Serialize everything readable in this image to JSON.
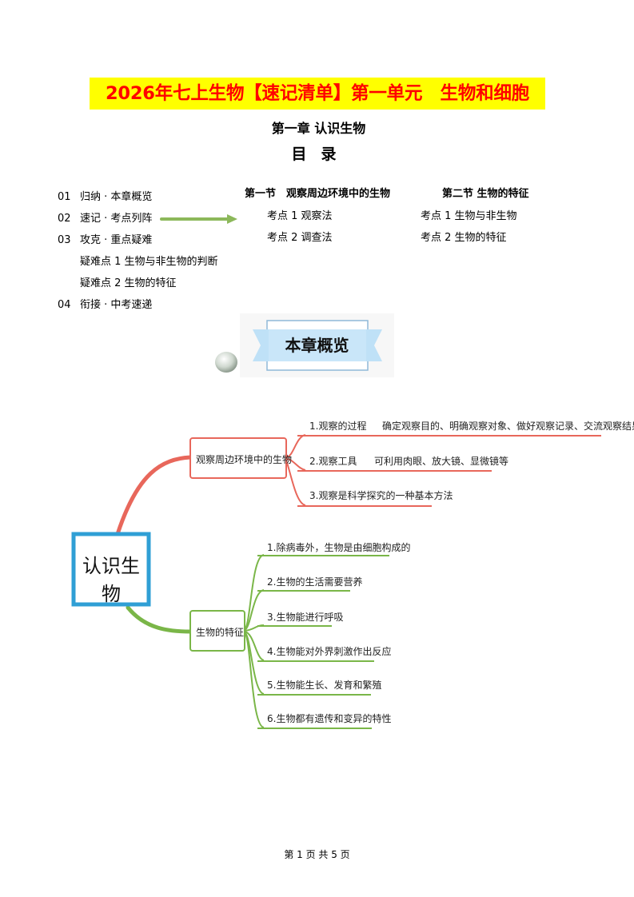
{
  "header": {
    "title": "2026年七上生物【速记清单】第一单元　生物和细胞",
    "chapter": "第一章 认识生物",
    "contents": "目录"
  },
  "toc": [
    {
      "num": "01",
      "label": "归纳 · 本章概览"
    },
    {
      "num": "02",
      "label": "速记 · 考点列阵"
    },
    {
      "num": "03",
      "label": "攻克 · 重点疑难"
    },
    {
      "num": "",
      "label": "疑难点 1 生物与非生物的判断"
    },
    {
      "num": "",
      "label": "疑难点 2 生物的特征"
    },
    {
      "num": "04",
      "label": "衔接 · 中考速递"
    }
  ],
  "sections": [
    {
      "title": "第一节　观察周边环境中的生物",
      "points": [
        "考点 1 观察法",
        "考点 2 调查法"
      ]
    },
    {
      "title": "第二节 生物的特征",
      "points": [
        "考点 1 生物与非生物",
        "考点 2 生物的特征"
      ]
    }
  ],
  "banner": {
    "label": "本章概览"
  },
  "mindmap": {
    "root": "认识生物",
    "branch1": {
      "label": "观察周边环境中的生物",
      "items": [
        {
          "label": "1.观察的过程",
          "detail": "确定观察目的、明确观察对象、做好观察记录、交流观察结果"
        },
        {
          "label": "2.观察工具",
          "detail": "可利用肉眼、放大镜、显微镜等"
        },
        {
          "label": "3.观察是科学探究的一种基本方法",
          "detail": ""
        }
      ]
    },
    "branch2": {
      "label": "生物的特征",
      "items": [
        {
          "label": "1.除病毒外，生物是由细胞构成的"
        },
        {
          "label": "2.生物的生活需要营养"
        },
        {
          "label": "3.生物能进行呼吸"
        },
        {
          "label": "4.生物能对外界刺激作出反应"
        },
        {
          "label": "5.生物能生长、发育和繁殖"
        },
        {
          "label": "6.生物都有遗传和变异的特性"
        }
      ]
    }
  },
  "footer": {
    "page": "第 1 页 共 5 页"
  },
  "colors": {
    "title_bg": "#ffff00",
    "title_fg": "#ff0000",
    "red_branch": "#e8675b",
    "green_branch": "#7ab648",
    "root_border": "#2f9fd5",
    "banner_blue": "#bfe1f7"
  }
}
